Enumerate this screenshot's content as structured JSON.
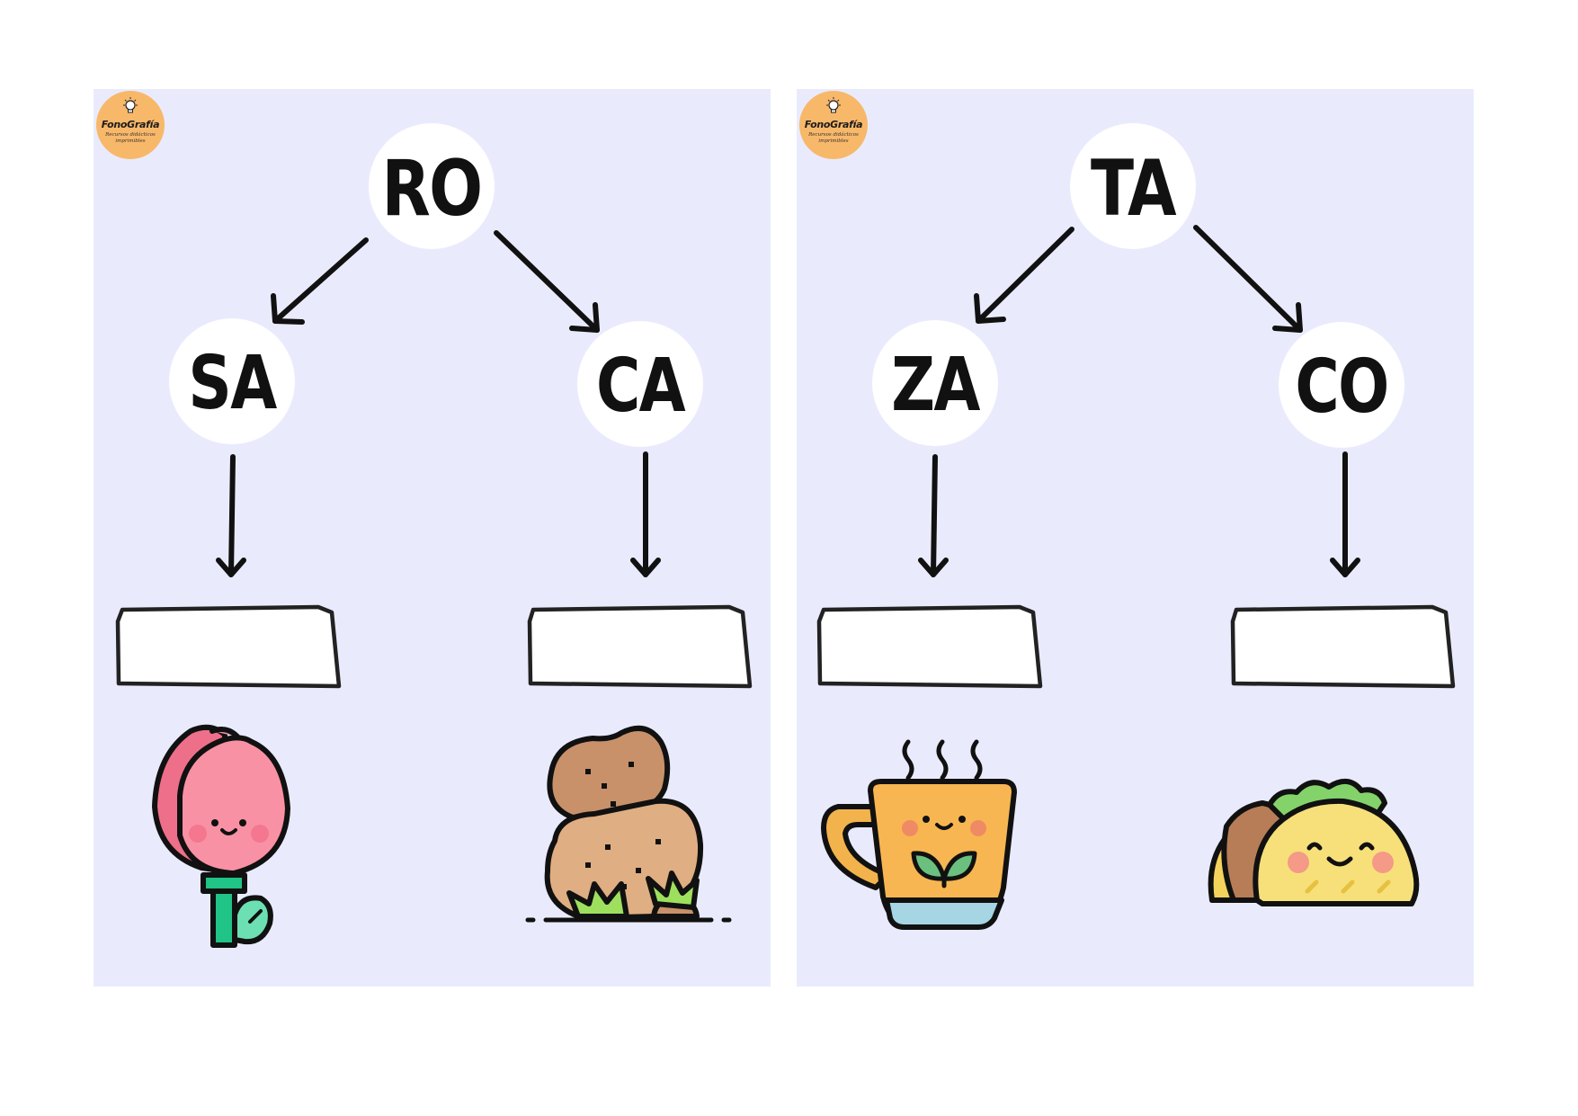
{
  "logo": {
    "brand": "FonoGrafía",
    "tagline_line1": "Recursos didácticos",
    "tagline_line2": "imprimibles",
    "icon": "lightbulb-icon",
    "color": "#f8b86a"
  },
  "cards": [
    {
      "top": "RO",
      "left_syllable": "SA",
      "right_syllable": "CA",
      "left_picture": "rose-icon",
      "right_picture": "rock-icon"
    },
    {
      "top": "TA",
      "left_syllable": "ZA",
      "right_syllable": "CO",
      "left_picture": "cup-icon",
      "right_picture": "taco-icon"
    }
  ],
  "colors": {
    "card_background": "#e9ebfd",
    "ink": "#111111"
  }
}
